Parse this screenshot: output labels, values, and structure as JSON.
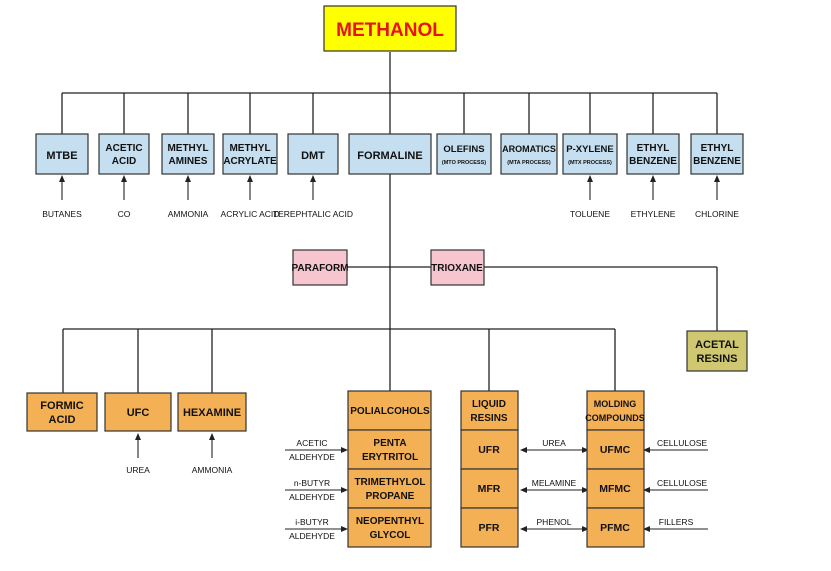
{
  "root": "METHANOL",
  "top_products": [
    {
      "lines": [
        "MTBE"
      ],
      "feed": "BUTANES"
    },
    {
      "lines": [
        "ACETIC",
        "ACID"
      ],
      "feed": "CO"
    },
    {
      "lines": [
        "METHYL",
        "AMINES"
      ],
      "feed": "AMMONIA"
    },
    {
      "lines": [
        "METHYL",
        "ACRYLATE"
      ],
      "feed": "ACRYLIC ACID"
    },
    {
      "lines": [
        "DMT"
      ],
      "feed": "TEREPHTALIC ACID"
    },
    {
      "lines": [
        "FORMALINE"
      ],
      "feed": ""
    },
    {
      "lines": [
        "OLEFINS",
        "(MTO PROCESS)"
      ],
      "feed": ""
    },
    {
      "lines": [
        "AROMATICS",
        "(MTA PROCESS)"
      ],
      "feed": ""
    },
    {
      "lines": [
        "P-XYLENE",
        "(MTX PROCESS)"
      ],
      "feed": "TOLUENE"
    },
    {
      "lines": [
        "ETHYL",
        "BENZENE"
      ],
      "feed": "ETHYLENE"
    },
    {
      "lines": [
        "ETHYL",
        "BENZENE"
      ],
      "feed": "CHLORINE"
    }
  ],
  "paraform": "PARAFORM",
  "trioxane": "TRIOXANE",
  "acetal_resins": [
    "ACETAL",
    "RESINS"
  ],
  "formaline_products": [
    {
      "lines": [
        "FORMIC",
        "ACID"
      ],
      "feed": ""
    },
    {
      "lines": [
        "UFC"
      ],
      "feed": "UREA"
    },
    {
      "lines": [
        "HEXAMINE"
      ],
      "feed": "AMMONIA"
    }
  ],
  "polialcohols": {
    "header": "POLIALCOHOLS",
    "items": [
      {
        "lines": [
          "PENTA",
          "ERYTRITOL"
        ],
        "feed": [
          "ACETIC",
          "ALDEHYDE"
        ]
      },
      {
        "lines": [
          "TRIMETHYLOL",
          "PROPANE"
        ],
        "feed": [
          "n-BUTYR",
          "ALDEHYDE"
        ]
      },
      {
        "lines": [
          "NEOPENTHYL",
          "GLYCOL"
        ],
        "feed": [
          "i-BUTYR",
          "ALDEHYDE"
        ]
      }
    ]
  },
  "liquid_resins": {
    "header": [
      "LIQUID",
      "RESINS"
    ],
    "items": [
      "UFR",
      "MFR",
      "PFR"
    ]
  },
  "molding_compounds": {
    "header": [
      "MOLDING",
      "COMPOUNDS"
    ],
    "items": [
      "UFMC",
      "MFMC",
      "PFMC"
    ],
    "links": [
      "UREA",
      "MELAMINE",
      "PHENOL"
    ],
    "feeds": [
      "CELLULOSE",
      "CELLULOSE",
      "FILLERS"
    ]
  },
  "colors": {
    "root_fill": "#ffff00",
    "root_text": "#e8121b",
    "top_fill": "#c5dff0",
    "pink_fill": "#f6c5cf",
    "orange_fill": "#f4b055",
    "olive_fill": "#cfc870"
  }
}
